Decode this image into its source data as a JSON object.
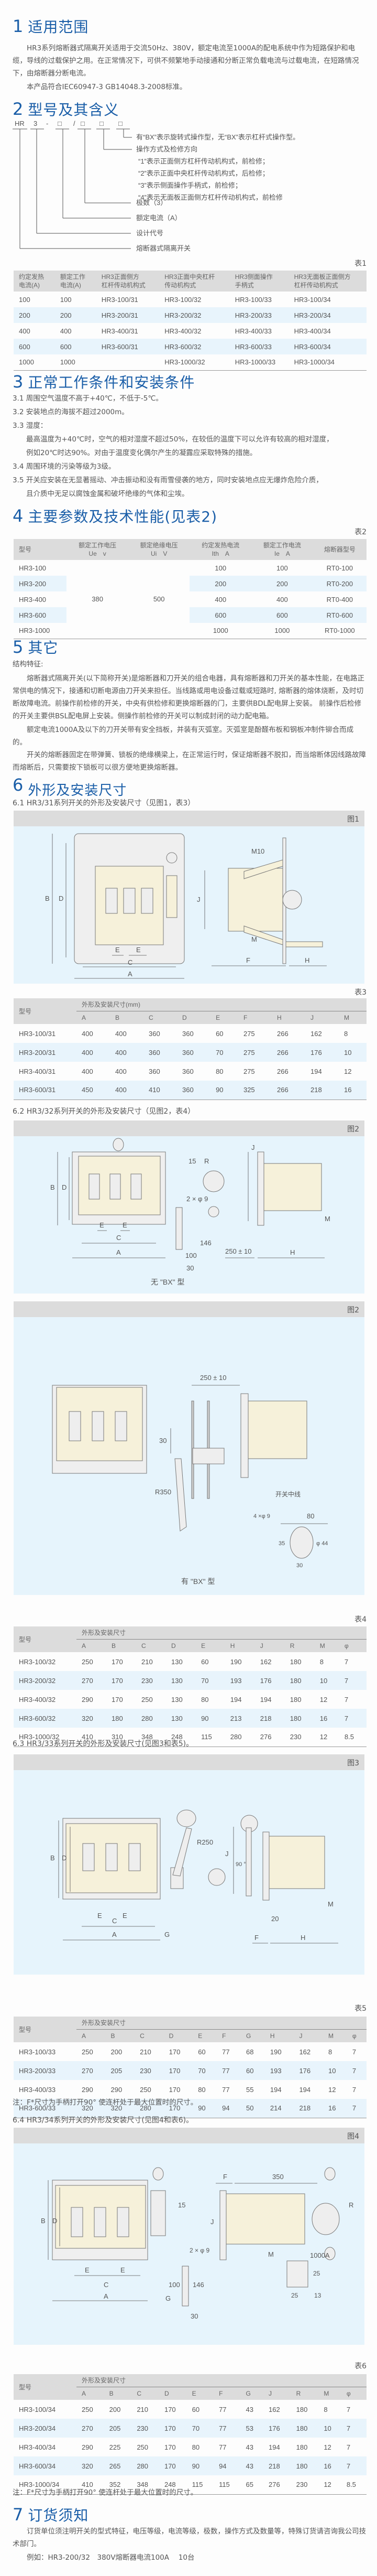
{
  "s1": {
    "num": "1",
    "title": "适用范围",
    "p1": "HR3系列熔断器式隔离开关适用于交流50Hz、380V，额定电流至1000A的配电系统中作为短路保护和电缆，导线的过载保护之用。在正常情况下，可供不频繁地手动接通和分断正常负载电流与过载电流，在短路情况下，由熔断器分断电流。",
    "p2": "本产品符合IEC60947-3 GB14048.3-2008标准。"
  },
  "s2": {
    "num": "2",
    "title": "型号及其含义",
    "code": [
      "HR",
      "3",
      "-",
      "□",
      "/",
      "□",
      "□",
      "□"
    ],
    "legend": [
      "有“BX”表示旋转式操作型，无“BX”表示杠杆式操作型。",
      "操作方式及检修方向",
      "“1”表示正面侧方杠杆传动机构式，前检修；",
      "“2”表示正面中央杠杆传动机构式，后检修；",
      "“3”表示侧面操作手柄式，前检修；",
      "“4”表示无面板正面侧方杠杆传动机构式，前检修",
      "极数（3）",
      "额定电流（A）",
      "设计代号",
      "熔断器式隔离开关"
    ]
  },
  "table1": {
    "label": "表1",
    "headers": [
      [
        "约定发热",
        "电流(A)"
      ],
      [
        "额定工作",
        "电流(A)"
      ],
      [
        "HR3正面侧方",
        "杠杆传动机构式"
      ],
      [
        "HR3正面中央杠杆",
        "传动机构式"
      ],
      [
        "HR3侧面操作",
        "手柄式"
      ],
      [
        "HR3无面板正面侧方",
        "杠杆传动机构式"
      ]
    ],
    "rows": [
      [
        "100",
        "100",
        "HR3-100/31",
        "HR3-100/32",
        "HR3-100/33",
        "HR3-100/34"
      ],
      [
        "200",
        "200",
        "HR3-200/31",
        "HR3-200/32",
        "HR3-200/33",
        "HR3-200/34"
      ],
      [
        "400",
        "400",
        "HR3-400/31",
        "HR3-400/32",
        "HR3-400/33",
        "HR3-400/34"
      ],
      [
        "600",
        "600",
        "HR3-600/31",
        "HR3-600/32",
        "HR3-600/33",
        "HR3-600/34"
      ],
      [
        "1000",
        "1000",
        "",
        "HR3-1000/32",
        "HR3-1000/33",
        "HR3-1000/34"
      ]
    ]
  },
  "s3": {
    "num": "3",
    "title": "正常工作条件和安装条件",
    "items": [
      "3.1 周围空气温度不高于+40℃，不低于-5℃。",
      "3.2 安装地点的海拔不超过2000m。",
      "3.3 湿度：",
      "最高温度为+40℃时，空气的相对湿度不超过50%，在较低的温度下可以允许有较高的相对湿度，",
      "例如20℃时达90%。对由于温度变化偶尔产生的凝露应采取特殊的措施。",
      "3.4 周围环境的污染等级为3级。",
      "3.5 开关应安装在无显著摇动、冲击振动和没有雨雪侵袭的地方，同时安装地点应无爆炸危险介质，",
      "且介质中无足以腐蚀金属和破坏绝缘的气体和尘埃。"
    ]
  },
  "s4": {
    "num": "4",
    "title": "主要参数及技术性能(见表2)"
  },
  "table2": {
    "label": "表2",
    "headers": [
      [
        "型号"
      ],
      [
        "额定工作电压",
        "Ue　v"
      ],
      [
        "额定绝缘电压",
        "Ui　V"
      ],
      [
        "约定发热电流",
        "Ith　A"
      ],
      [
        "额定工作电流",
        "Ie　A"
      ],
      [
        "熔断器型号"
      ]
    ],
    "ue": "380",
    "ui": "500",
    "rows": [
      [
        "HR3-100",
        "100",
        "100",
        "RT0-100"
      ],
      [
        "HR3-200",
        "200",
        "200",
        "RT0-200"
      ],
      [
        "HR3-400",
        "400",
        "400",
        "RT0-400"
      ],
      [
        "HR3-600",
        "600",
        "600",
        "RT0-600"
      ],
      [
        "HR3-1000",
        "1000",
        "1000",
        "RT0-1000"
      ]
    ]
  },
  "s5": {
    "num": "5",
    "title": "其它",
    "sub": "结构特征:",
    "p1": "熔断器式隔离开关(以下简称开关)是熔断器和刀开关的组合电器，具有熔断器和刀开关的基本性能，在电路正常供电的情况下，接通和切断电源由刀开关来担任。当线路或用电设备过载或短路时, 熔断器的熔体烧断，及时切断故障电流。前操作前检修的开关，中央有供检修和更换熔断器的门，主要供BDL配电屏上安装。 前操作后检修的开关主要供BSL配电屏上安装。侧操作前检修的开关可以制成封闭的动力配电箱。",
    "p2": "额定电流1000A及以下的刀开关带有安全挡板，并装有灭弧室。灭弧室是酚醛布板和钢板冲制件铆合而成的。",
    "p3": "开关的熔断器固定在带弹簧、锁板的绝缘横梁上，在正常运行时，保证熔断器不脱扣，而当熔断体因线路故障而熔断后，只需要按下锁板可以很方便地更换熔断器。"
  },
  "s6": {
    "num": "6",
    "title": "外形及安装尺寸",
    "sub1": "6.1 HR3/31系列开关的外形及安装尺寸（见图1，表3）",
    "sub2": "6.2 HR3/32系列开关的外形及安装尺寸（见图2，表4）",
    "sub3": "6.3 HR3/33系列开关的外形及安装尺寸(见图3和表5)。",
    "sub4": "6.4 HR3/34系列开关的外形及安装尺寸(见图4和表6)。",
    "note": "注：F*尺寸为手柄打开90°  使连杆处于最大位置时的尺寸。"
  },
  "fig1": {
    "label": "图1",
    "dims": [
      "A",
      "B",
      "C",
      "D",
      "E",
      "E",
      "F",
      "H",
      "J",
      "M",
      "M10"
    ]
  },
  "fig2a": {
    "label": "图2",
    "caption": "无 \"BX\" 型",
    "dims": [
      "A",
      "B",
      "C",
      "D",
      "E",
      "E",
      "H",
      "J",
      "M",
      "R",
      "15",
      "2 × φ 9",
      "100",
      "146",
      "30",
      "250 ± 10"
    ]
  },
  "fig2b": {
    "label": "图2",
    "caption": "有 \"BX\" 型",
    "dims": [
      "250 ± 10",
      "30",
      "R350",
      "开关中线",
      "4 ×φ 9",
      "80",
      "φ 44",
      "35",
      "30"
    ]
  },
  "fig3": {
    "label": "图3",
    "dims": [
      "A",
      "B",
      "C",
      "D",
      "E",
      "E",
      "F",
      "G",
      "H",
      "J",
      "M",
      "R250",
      "90 °",
      "20"
    ]
  },
  "fig4": {
    "label": "图4",
    "dims": [
      "A",
      "B",
      "C",
      "D",
      "E",
      "E",
      "F",
      "G",
      "J",
      "M",
      "R",
      "15",
      "350",
      "2 × φ 9",
      "100",
      "146",
      "30",
      "1000A",
      "25",
      "25",
      "13"
    ]
  },
  "table3": {
    "label": "表3",
    "model_header": "型号",
    "group_header": "外形及安装尺寸(mm)",
    "cols": [
      "A",
      "B",
      "C",
      "D",
      "E",
      "F",
      "H",
      "J",
      "M"
    ],
    "rows": [
      [
        "HR3-100/31",
        "400",
        "400",
        "360",
        "360",
        "60",
        "275",
        "266",
        "162",
        "8"
      ],
      [
        "HR3-200/31",
        "400",
        "400",
        "360",
        "360",
        "70",
        "275",
        "266",
        "176",
        "10"
      ],
      [
        "HR3-400/31",
        "400",
        "400",
        "360",
        "360",
        "80",
        "275",
        "266",
        "194",
        "12"
      ],
      [
        "HR3-600/31",
        "450",
        "400",
        "410",
        "360",
        "90",
        "325",
        "266",
        "218",
        "16"
      ]
    ]
  },
  "table4": {
    "label": "表4",
    "model_header": "型号",
    "group_header": "外形及安装尺寸",
    "cols": [
      "A",
      "B",
      "C",
      "D",
      "E",
      "H",
      "J",
      "R",
      "M",
      "φ"
    ],
    "rows": [
      [
        "HR3-100/32",
        "250",
        "170",
        "210",
        "130",
        "60",
        "190",
        "162",
        "180",
        "8",
        "7"
      ],
      [
        "HR3-200/32",
        "270",
        "170",
        "230",
        "130",
        "70",
        "193",
        "176",
        "180",
        "10",
        "7"
      ],
      [
        "HR3-400/32",
        "290",
        "170",
        "250",
        "130",
        "80",
        "194",
        "194",
        "180",
        "12",
        "7"
      ],
      [
        "HR3-600/32",
        "320",
        "180",
        "280",
        "130",
        "90",
        "213",
        "218",
        "180",
        "16",
        "7"
      ],
      [
        "HR3-1000/32",
        "410",
        "310",
        "348",
        "248",
        "115",
        "280",
        "276",
        "230",
        "12",
        "8.5"
      ]
    ]
  },
  "table5": {
    "label": "表5",
    "model_header": "型号",
    "group_header": "外形及安装尺寸",
    "cols": [
      "A",
      "B",
      "C",
      "D",
      "E",
      "F",
      "G",
      "H",
      "J",
      "M",
      "φ"
    ],
    "rows": [
      [
        "HR3-100/33",
        "250",
        "200",
        "210",
        "170",
        "60",
        "77",
        "68",
        "190",
        "162",
        "8",
        "7"
      ],
      [
        "HR3-200/33",
        "270",
        "205",
        "230",
        "170",
        "70",
        "77",
        "60",
        "193",
        "176",
        "10",
        "7"
      ],
      [
        "HR3-400/33",
        "290",
        "290",
        "250",
        "170",
        "80",
        "77",
        "55",
        "194",
        "194",
        "12",
        "7"
      ],
      [
        "HR3-600/33",
        "320",
        "320",
        "280",
        "170",
        "90",
        "94",
        "50",
        "214",
        "218",
        "16",
        "7"
      ]
    ]
  },
  "table6": {
    "label": "表6",
    "model_header": "型号",
    "group_header": "外形及安装尺寸",
    "cols": [
      "A",
      "B",
      "C",
      "D",
      "E",
      "F",
      "G",
      "J",
      "R",
      "M",
      "φ"
    ],
    "rows": [
      [
        "HR3-100/34",
        "250",
        "200",
        "210",
        "170",
        "60",
        "77",
        "43",
        "162",
        "180",
        "8",
        "7"
      ],
      [
        "HR3-200/34",
        "270",
        "205",
        "230",
        "170",
        "70",
        "77",
        "53",
        "176",
        "180",
        "10",
        "7"
      ],
      [
        "HR3-400/34",
        "290",
        "225",
        "250",
        "170",
        "80",
        "77",
        "43",
        "194",
        "180",
        "12",
        "7"
      ],
      [
        "HR3-600/34",
        "320",
        "265",
        "280",
        "170",
        "90",
        "94",
        "43",
        "218",
        "180",
        "16",
        "7"
      ],
      [
        "HR3-1000/34",
        "410",
        "352",
        "348",
        "248",
        "115",
        "115",
        "65",
        "276",
        "230",
        "12",
        "8.5"
      ]
    ]
  },
  "s7": {
    "num": "7",
    "title": "订货须知",
    "p1": "订货单位须注明开关的型式特征，电压等级，电流等级，极数，操作方式及数量等，特殊订货请咨询我公司技术部门。",
    "p2": "例如：HR3-200/32　380V熔断器电流100A　 10台"
  },
  "colors": {
    "accent": "#1a5ea8",
    "header_bg": "#dcdcdc",
    "alt_row": "#e8f4fc",
    "figure_bg": "#e6f4fc"
  }
}
